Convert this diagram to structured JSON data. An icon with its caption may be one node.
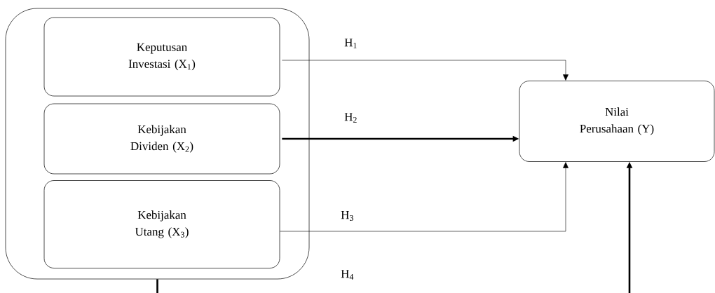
{
  "diagram": {
    "nodes": [
      {
        "text": [],
        "shape": "box"
      },
      {
        "text": [
          "Keputusan Investasi (X$_{1}$)"
        ],
        "in": 0
      },
      {
        "text": [
          "Kebijakan Dividen (X$_{2}$)"
        ],
        "in": 0
      },
      {
        "text": [
          "Kebijakan Utang (X$_{3}$)"
        ],
        "in": 0
      },
      {
        "text": [
          "Nilai Perusahaan (Y)"
        ]
      }
    ],
    "edges": [
      {
        "from": 1,
        "to": 4,
        "arrow": "to",
        "label": "H$_{1}$"
      },
      {
        "from": 2,
        "to": 4,
        "arrow": "to",
        "label": "H$_{2}$",
        "style": "thick"
      },
      {
        "from": 3,
        "to": 4,
        "arrow": "to",
        "label": "H$_{3}$"
      },
      {
        "from": 0,
        "to": 4,
        "arrow": "to",
        "label": "H$_{4}$",
        "style": "thick"
      }
    ]
  }
}
